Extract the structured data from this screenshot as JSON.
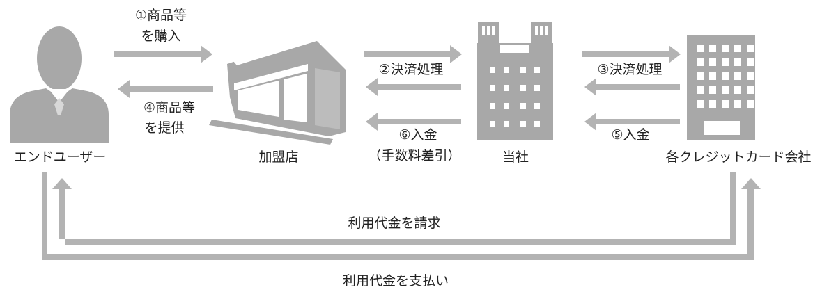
{
  "nodes": {
    "end_user": {
      "label": "エンドユーザー",
      "icon": "businessman-icon"
    },
    "merchant": {
      "label": "加盟店",
      "icon": "storefront-icon"
    },
    "company": {
      "label": "当社",
      "icon": "factory-building-icon"
    },
    "card_company": {
      "label": "各クレジットカード会社",
      "icon": "office-building-icon"
    }
  },
  "flows": {
    "step1": {
      "line1": "①商品等",
      "line2": "を購入"
    },
    "step4": {
      "line1": "④商品等",
      "line2": "を提供"
    },
    "step2": {
      "label": "②決済処理"
    },
    "step6": {
      "line1": "⑥入金",
      "line2": "（手数料差引）"
    },
    "step3": {
      "label": "③決済処理"
    },
    "step5": {
      "label": "⑤入金"
    },
    "billing": {
      "label": "利用代金を請求"
    },
    "payment": {
      "label": "利用代金を支払い"
    }
  },
  "colors": {
    "arrow": "#b3b3b3",
    "icon": "#a8a8a8",
    "text": "#222222",
    "background": "#ffffff"
  }
}
